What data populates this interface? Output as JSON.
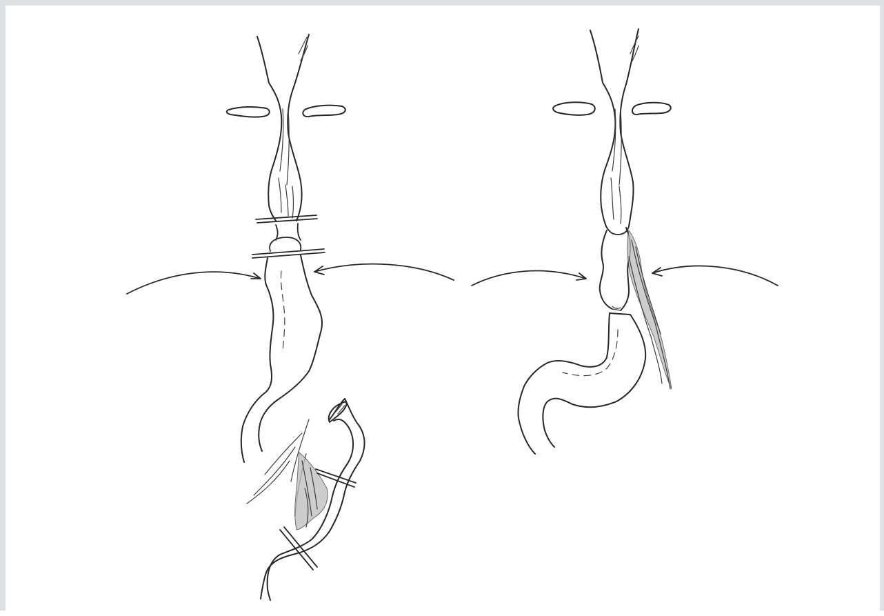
{
  "figure": {
    "panels": [
      {
        "id": "left",
        "description_key": "before"
      },
      {
        "id": "right",
        "description_key": "after"
      }
    ]
  }
}
